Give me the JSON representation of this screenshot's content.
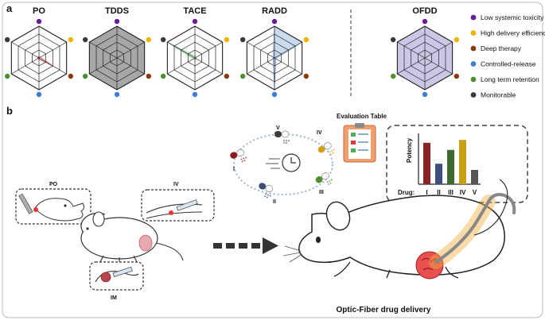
{
  "panel_a": {
    "letter": "a",
    "radars": [
      {
        "title": "PO",
        "fill": "#f3b6b0",
        "stroke": "#d9534f",
        "values": [
          0.05,
          0.05,
          0.55,
          0.05,
          0.05,
          0.05
        ]
      },
      {
        "title": "TDDS",
        "fill": "#9e9e9e",
        "stroke": "#333333",
        "values": [
          1,
          1,
          1,
          1,
          1,
          1
        ]
      },
      {
        "title": "TACE",
        "fill": "#c8e6c9",
        "stroke": "#4caf50",
        "values": [
          0.05,
          0.05,
          0.05,
          0.05,
          0.05,
          1
        ]
      },
      {
        "title": "RADD",
        "fill": "#c5d8ef",
        "stroke": "#5b7fbf",
        "values": [
          1,
          1,
          0.05,
          1,
          0.05,
          0.05
        ]
      },
      {
        "title": "OFDD",
        "fill": "#c9c0e4",
        "stroke": "#6b5aa8",
        "values": [
          1,
          1,
          1,
          1,
          1,
          1
        ]
      }
    ],
    "axis_colors": [
      "#6a1b9a",
      "#f0b400",
      "#8b3a0e",
      "#3f7fd1",
      "#4f8f2f",
      "#3a3a3a"
    ],
    "legend": [
      {
        "label": "Low systemic toxicity",
        "color": "#6a1b9a"
      },
      {
        "label": "High delivery efficiency",
        "color": "#f0b400"
      },
      {
        "label": "Deep therapy",
        "color": "#8b3a0e"
      },
      {
        "label": "Controlled-release",
        "color": "#3f7fd1"
      },
      {
        "label": "Long term retention",
        "color": "#4f8f2f"
      },
      {
        "label": "Monitorable",
        "color": "#3a3a3a"
      }
    ]
  },
  "panel_b": {
    "letter": "b",
    "routes": {
      "po": "PO",
      "iv": "IV",
      "im": "IM"
    },
    "cycle_labels": [
      "V",
      "IV",
      "III",
      "II",
      "I"
    ],
    "capsule_colors": [
      "#3a3a3a",
      "#d4a017",
      "#4f8f2f",
      "#3a4e7a",
      "#8b1a1a"
    ],
    "evaluation_title": "Evaluation Table",
    "potency_chart": {
      "ylabel": "Potency",
      "xlabel": "Drug:",
      "categories": [
        "I",
        "II",
        "III",
        "IV",
        "V"
      ],
      "values": [
        0.87,
        0.43,
        0.72,
        0.93,
        0.3
      ],
      "colors": [
        "#8b2323",
        "#3d4f7a",
        "#3f6b33",
        "#c9a015",
        "#555555"
      ]
    },
    "caption": "Optic-Fiber drug delivery"
  }
}
